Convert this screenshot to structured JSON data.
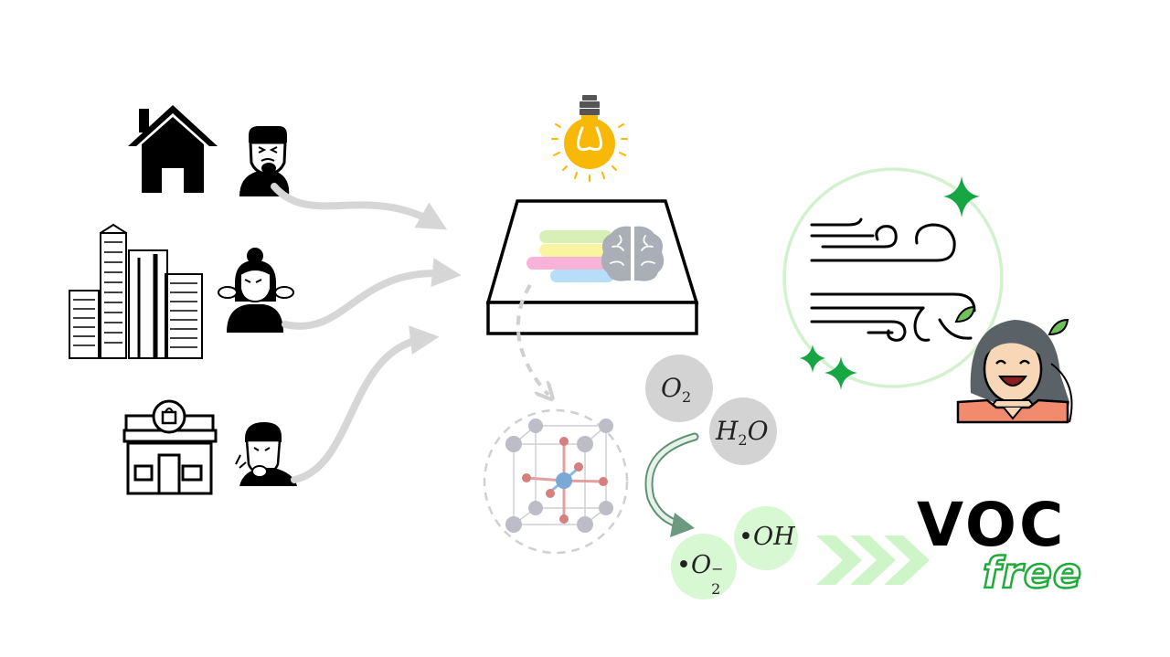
{
  "molecules": {
    "o2": {
      "base": "O",
      "sub": "2"
    },
    "h2o": {
      "base": "H",
      "sub": "2",
      "tail": "O"
    },
    "oh": {
      "dot": "•",
      "text": "OH"
    },
    "superoxide": {
      "dot": "•",
      "base": "O",
      "sub": "2",
      "sup": "−"
    }
  },
  "result": {
    "voc": "VOC",
    "free": "free"
  },
  "colors": {
    "arrow_gray": "#d6d6d6",
    "sparkle_green": "#17a644",
    "wind_circle": "#d2f2cf",
    "radical_fill": "#d8f7d3",
    "molecule_fill": "#d3d3d3",
    "chevron_fill": "#cdf5c8",
    "bulb_yellow": "#f8b808",
    "stripe_green": "#d8f0b8",
    "stripe_yellow": "#f8f4a0",
    "stripe_pink": "#f9b3d9",
    "stripe_blue": "#b7def8",
    "brain_gray": "#a9aeb7"
  },
  "icons": [
    "house-icon",
    "coughing-man-icon",
    "buildings-icon",
    "sneezing-woman-icon",
    "shop-icon",
    "coughing-boy-icon",
    "light-bulb-icon",
    "catalyst-plate-icon",
    "brain-icon",
    "crystal-lattice-icon",
    "wind-icon",
    "happy-woman-icon",
    "leaf-icon",
    "sparkle-icon",
    "chevrons-icon"
  ]
}
